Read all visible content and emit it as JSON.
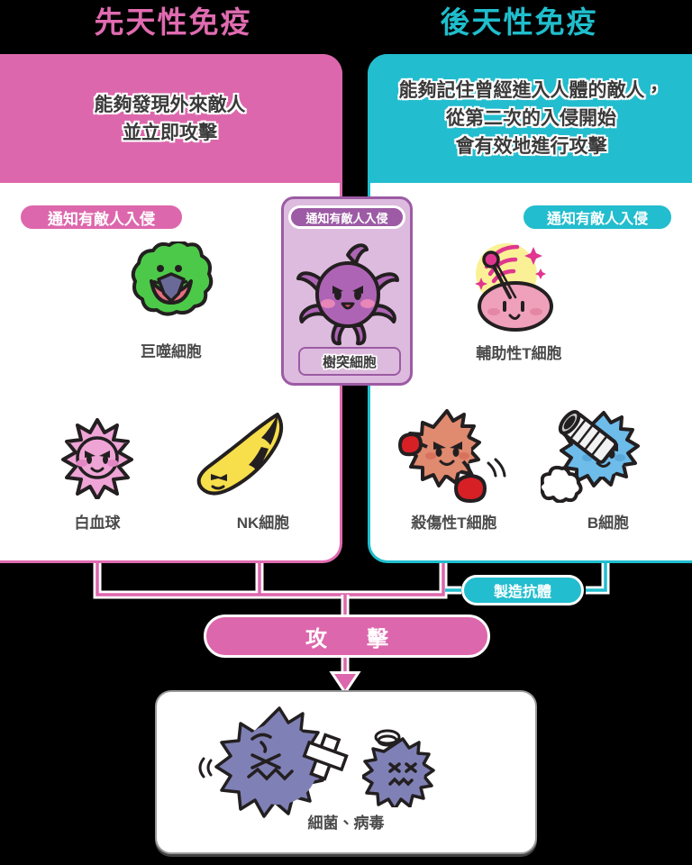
{
  "diagram": {
    "title_left": "先天性免疫",
    "title_right": "後天性免疫",
    "colors": {
      "pink": "#DD67AC",
      "teal": "#22BDCE",
      "purple": "#9C5BA4",
      "label_gray": "#4a4a4a"
    }
  },
  "innate": {
    "title": "先天性免疫",
    "description_line1": "能夠發現外來敵人",
    "description_line2": "並立即攻擊",
    "notify_badge": "通知有敵人入侵",
    "cells": [
      {
        "label": "巨噬細胞",
        "icon": "macrophage-icon"
      },
      {
        "label": "白血球",
        "icon": "white-blood-cell-icon"
      },
      {
        "label": "NK細胞",
        "icon": "nk-cell-icon"
      }
    ]
  },
  "dendritic": {
    "notify_badge": "通知有敵人入侵",
    "label": "樹突細胞",
    "icon": "dendritic-cell-icon"
  },
  "adaptive": {
    "title": "後天性免疫",
    "description_line1": "能夠記住曾經進入人體的敵人，",
    "description_line2": "從第二次的入侵開始",
    "description_line3": "會有效地進行攻擊",
    "notify_badge": "通知有敵人入侵",
    "cells": [
      {
        "label": "輔助性T細胞",
        "icon": "helper-t-cell-icon"
      },
      {
        "label": "殺傷性T細胞",
        "icon": "killer-t-cell-icon"
      },
      {
        "label": "B細胞",
        "icon": "b-cell-icon"
      }
    ]
  },
  "outcome": {
    "antibody_badge": "製造抗體",
    "attack_badge": "攻　擊",
    "pathogen_label": "細菌、病毒",
    "pathogen_icons": [
      "bacteria-icon",
      "virus-icon"
    ]
  }
}
